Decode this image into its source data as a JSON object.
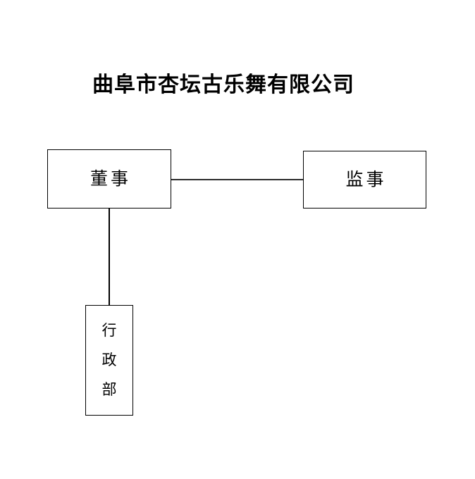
{
  "document": {
    "title": "曲阜市杏坛古乐舞有限公司",
    "background_color": "#ffffff",
    "line_color": "#000000"
  },
  "chart_data": {
    "type": "diagram",
    "diagram_type": "organization-chart",
    "title": "曲阜市杏坛古乐舞有限公司",
    "nodes": [
      {
        "id": "director",
        "label": "董事",
        "orientation": "horizontal"
      },
      {
        "id": "supervisor",
        "label": "监事",
        "orientation": "horizontal"
      },
      {
        "id": "admin",
        "label": "行政部",
        "orientation": "vertical",
        "characters": [
          "行",
          "政",
          "部"
        ]
      }
    ],
    "edges": [
      {
        "from": "director",
        "to": "supervisor",
        "style": "horizontal-line"
      },
      {
        "from": "director",
        "to": "admin",
        "style": "vertical-line"
      }
    ]
  }
}
